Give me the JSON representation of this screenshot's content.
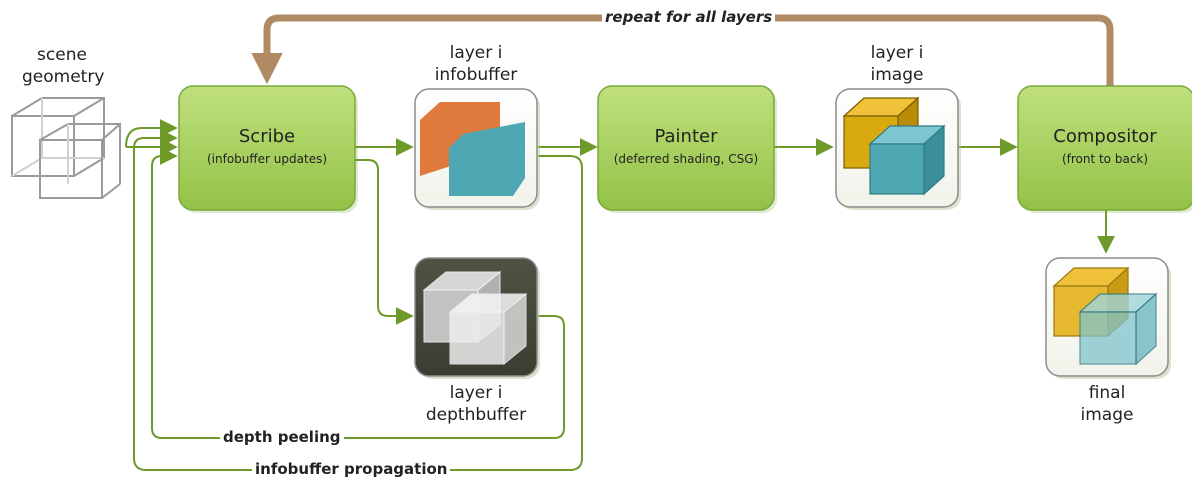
{
  "input": {
    "label_line1": "scene",
    "label_line2": "geometry"
  },
  "stages": {
    "scribe": {
      "title": "Scribe",
      "subtitle": "(infobuffer updates)"
    },
    "painter": {
      "title": "Painter",
      "subtitle": "(deferred shading,  CSG)"
    },
    "compositor": {
      "title": "Compositor",
      "subtitle": "(front to back)"
    }
  },
  "buffers": {
    "infobuffer": {
      "line1": "layer i",
      "line2": "infobuffer"
    },
    "image": {
      "line1": "layer i",
      "line2": "image"
    },
    "depthbuffer": {
      "line1": "layer i",
      "line2": "depthbuffer"
    },
    "final": {
      "line1": "final",
      "line2": "image"
    }
  },
  "loops": {
    "repeat": "repeat for all layers",
    "depth_peeling": "depth peeling",
    "infobuffer_propagation": "infobuffer propagation"
  },
  "colors": {
    "stage_fill": "#9ac94e",
    "stage_stroke": "#7aa83a",
    "arrow_green": "#6e9a2a",
    "loop_brown": "#b08a62",
    "orange": "#e07a3c",
    "teal": "#4ea8b4",
    "gold": "#d9aa10"
  }
}
